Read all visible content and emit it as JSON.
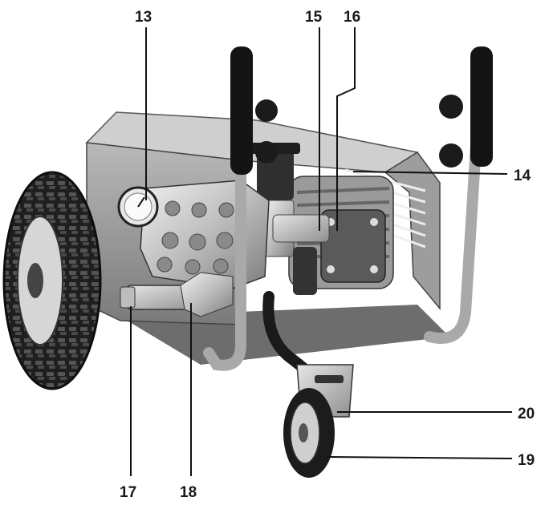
{
  "figure": {
    "callouts": [
      {
        "id": "c13",
        "label": "13"
      },
      {
        "id": "c15",
        "label": "15"
      },
      {
        "id": "c16",
        "label": "16"
      },
      {
        "id": "c14",
        "label": "14"
      },
      {
        "id": "c20",
        "label": "20"
      },
      {
        "id": "c19",
        "label": "19"
      },
      {
        "id": "c17",
        "label": "17"
      },
      {
        "id": "c18",
        "label": "18"
      }
    ]
  }
}
